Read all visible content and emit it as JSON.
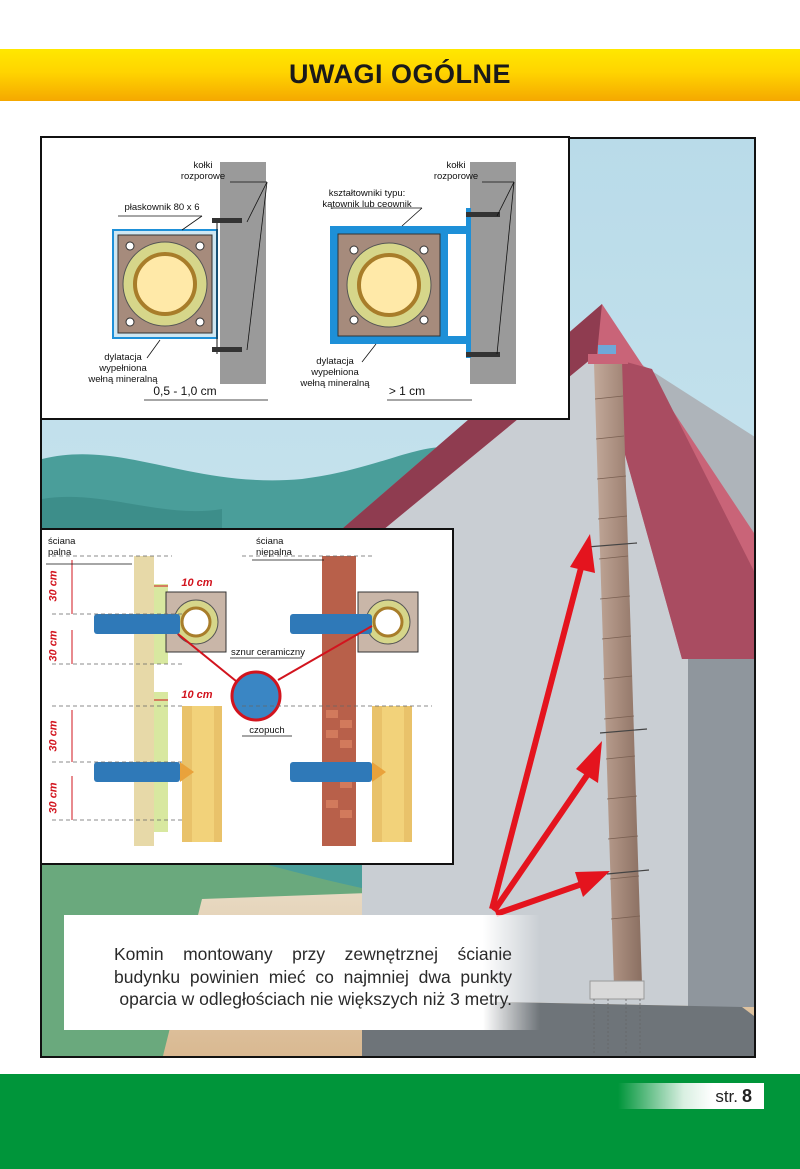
{
  "header": {
    "title": "UWAGI OGÓLNE"
  },
  "panel_top": {
    "left": {
      "anchors_label": "kołki\nrozporowe",
      "flat_bar_label": "płaskownik 80 x 6",
      "gap_label": "dylatacja\nwypełniona\nwełną mineralną",
      "dimension": "0,5 - 1,0 cm"
    },
    "right": {
      "anchors_label": "kołki\nrozporowe",
      "profile_label": "kształtowniki typu:\nkątownik lub ceownik",
      "gap_label": "dylatacja\nwypełniona\nwełną mineralną",
      "dimension": "> 1 cm"
    }
  },
  "panel_wall": {
    "combustible_label": "ściana\npalna",
    "noncombustible_label": "ściana\nniepalna",
    "clearance": "10 cm",
    "spacing": "30 cm",
    "rope_label": "sznur ceramiczny",
    "connector_label": "czopuch"
  },
  "note": {
    "text": "Komin montowany przy zewnętrznej ścianie budynku powinien mieć co najmniej dwa punkty oparcia w odległościach nie większych niż 3 metry."
  },
  "footer": {
    "page_prefix": "str.",
    "page_number": "8"
  },
  "colors": {
    "header_yellow": "#ffd400",
    "footer_green": "#00953a",
    "roof": "#c96478",
    "wall": "#c9ced3",
    "chimney": "#a68b7c",
    "arrow_red": "#e4141e",
    "steel_blue": "#1e90d8"
  }
}
